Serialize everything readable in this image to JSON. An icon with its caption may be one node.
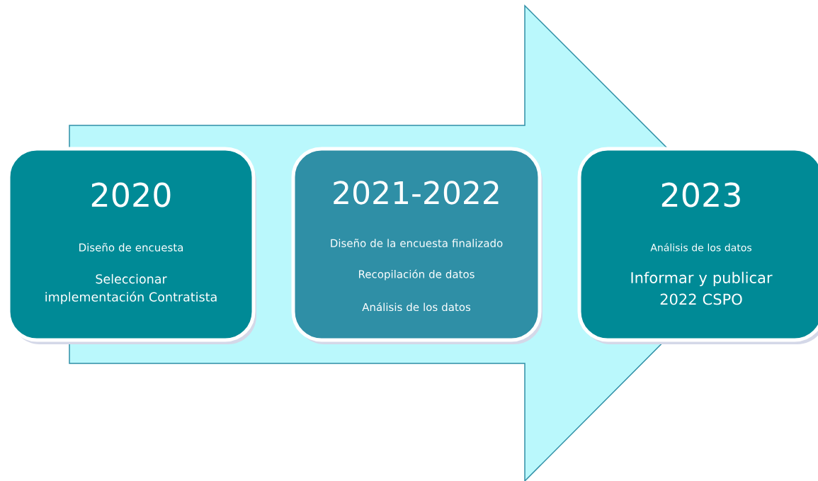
{
  "diagram": {
    "nodes": [
      {
        "text": [
          "2020",
          "Diseño de encuesta",
          "Seleccionar implementación Contratista"
        ]
      },
      {
        "text": [
          "2021-2022",
          "Diseño de la encuesta finalizado",
          "Recopilación de datos",
          "Análisis de los datos"
        ]
      },
      {
        "text": [
          "2023",
          "Análisis de los datos",
          "Informar y publicar 2022 CSPO"
        ]
      }
    ],
    "edges": [
      {
        "from": 0,
        "to": 2,
        "arrow": "to"
      }
    ]
  }
}
